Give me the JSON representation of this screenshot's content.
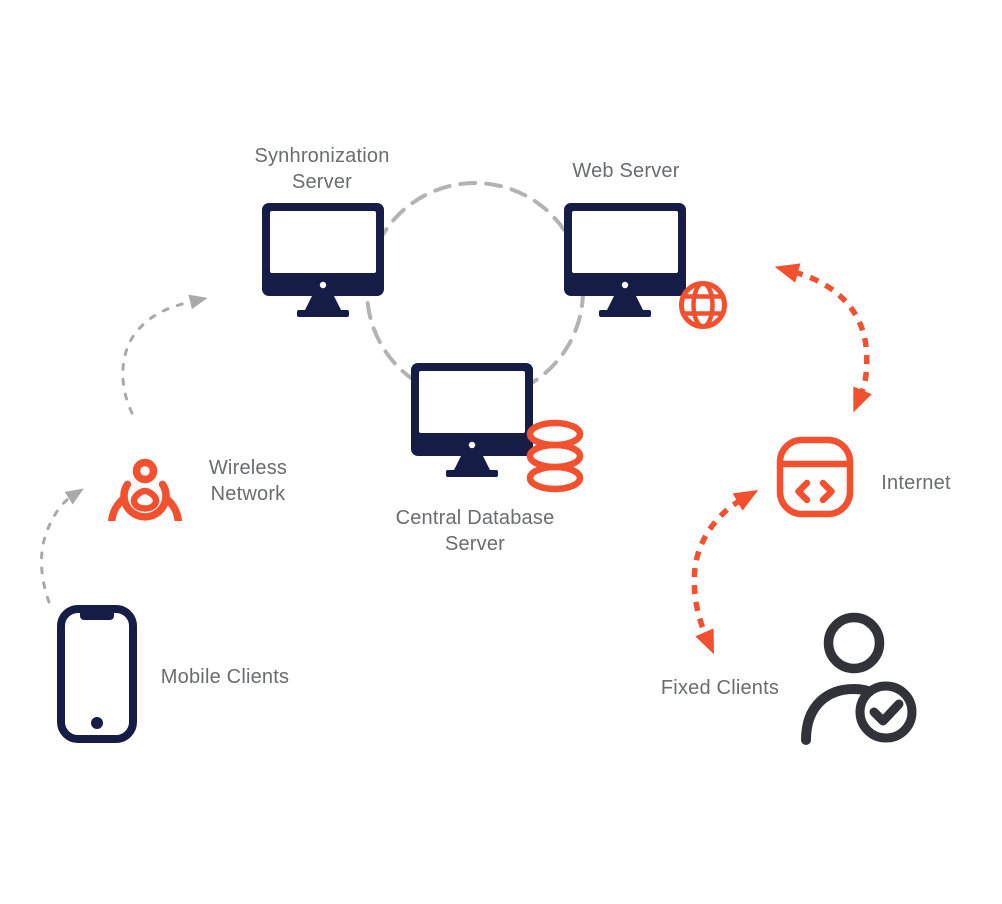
{
  "diagram": {
    "description": "Client-server synchronization architecture diagram"
  },
  "colors": {
    "monitor_navy": "#151c45",
    "accent_orange": "#f2502f",
    "label_gray": "#6b6c6f",
    "connector_gray": "#a9a9a9",
    "ring_gray": "#b3b3b3",
    "person_dark": "#323338",
    "background": "#ffffff"
  },
  "nodes": {
    "sync_server": {
      "label": "Synhronization\nServer",
      "icon": "desktop-computer-icon"
    },
    "web_server": {
      "label": "Web Server",
      "icon": "desktop-computer-icon",
      "badge": "globe-icon"
    },
    "central_db_server": {
      "label": "Central Database\nServer",
      "icon": "desktop-computer-icon",
      "badge": "database-icon"
    },
    "wireless_network": {
      "label": "Wireless\nNetwork",
      "icon": "wireless-signal-icon"
    },
    "mobile_clients": {
      "label": "Mobile Clients",
      "icon": "smartphone-icon"
    },
    "internet": {
      "label": "Internet",
      "icon": "web-window-code-icon"
    },
    "fixed_clients": {
      "label": "Fixed Clients",
      "icon": "user-check-icon"
    }
  },
  "connections": [
    {
      "id": "server-ring",
      "between": [
        "sync_server",
        "web_server",
        "central_db_server"
      ],
      "shape": "dashed-circle",
      "color": "#b3b3b3"
    },
    {
      "id": "mobile-to-wireless",
      "from": "mobile_clients",
      "to": "wireless_network",
      "style": "dashed-curve",
      "direction": "one-way",
      "color": "#a9a9a9"
    },
    {
      "id": "wireless-to-sync",
      "from": "wireless_network",
      "to": "sync_server",
      "style": "dashed-curve",
      "direction": "one-way",
      "color": "#a9a9a9"
    },
    {
      "id": "web-internet",
      "from": "web_server",
      "to": "internet",
      "style": "dashed-curve",
      "direction": "two-way",
      "color": "#f2502f"
    },
    {
      "id": "internet-fixed",
      "from": "internet",
      "to": "fixed_clients",
      "style": "dashed-curve",
      "direction": "two-way",
      "color": "#f2502f"
    }
  ]
}
